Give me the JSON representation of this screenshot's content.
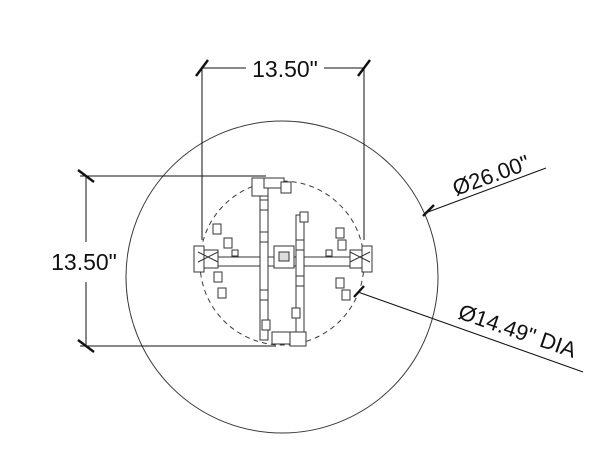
{
  "diagram": {
    "dimensions": {
      "top_width": "13.50\"",
      "left_height": "13.50\"",
      "outer_diameter": "Ø26.00\"",
      "inner_diameter": "Ø14.49\" DIA"
    },
    "colors": {
      "line": "#111111",
      "circle": "#333333",
      "background": "#ffffff"
    }
  }
}
